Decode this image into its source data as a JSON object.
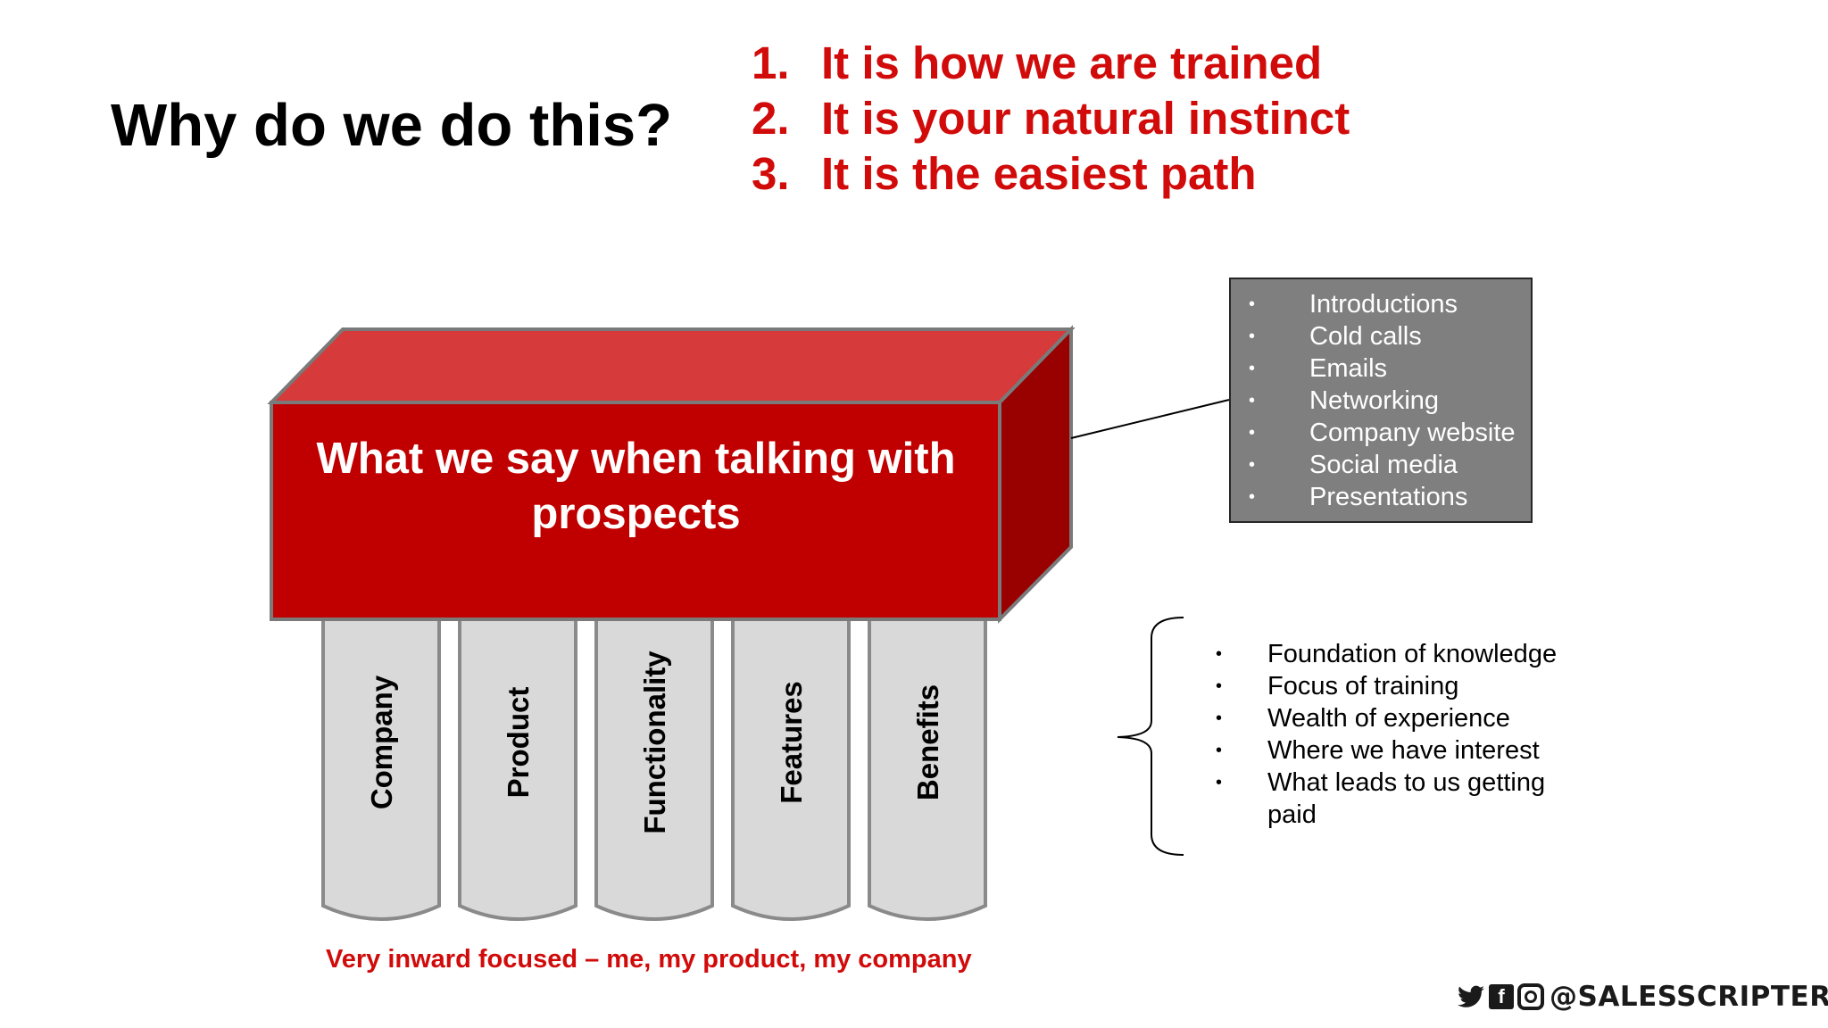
{
  "title": "Why do we do this?",
  "reasons": [
    {
      "number": "1.",
      "text": "It is how we are trained"
    },
    {
      "number": "2.",
      "text": "It is your natural instinct"
    },
    {
      "number": "3.",
      "text": "It is the easiest path"
    }
  ],
  "box_text": "What we say when talking with prospects",
  "pillars": [
    "Company",
    "Product",
    "Functionality",
    "Features",
    "Benefits"
  ],
  "channels": {
    "bullet": "•",
    "items": [
      "Introductions",
      "Cold calls",
      "Emails",
      "Networking",
      "Company website",
      "Social media",
      "Presentations"
    ]
  },
  "foundation": {
    "bullet": "•",
    "items": [
      "Foundation of knowledge",
      "Focus of training",
      "Wealth of experience",
      "Where we have interest",
      "What leads to us getting paid"
    ]
  },
  "caption": "Very inward focused – me, my product, my company",
  "social": {
    "icons": [
      "twitter-icon",
      "facebook-icon",
      "instagram-icon"
    ],
    "handle": "@SALESSCRIPTER"
  },
  "colors": {
    "accent_red": "#d10a0a",
    "box_front": "#c00000",
    "box_top": "#d63a3a",
    "box_side": "#990000",
    "pillar_fill": "#d9d9d9",
    "callout_fill": "#7f7f80"
  }
}
